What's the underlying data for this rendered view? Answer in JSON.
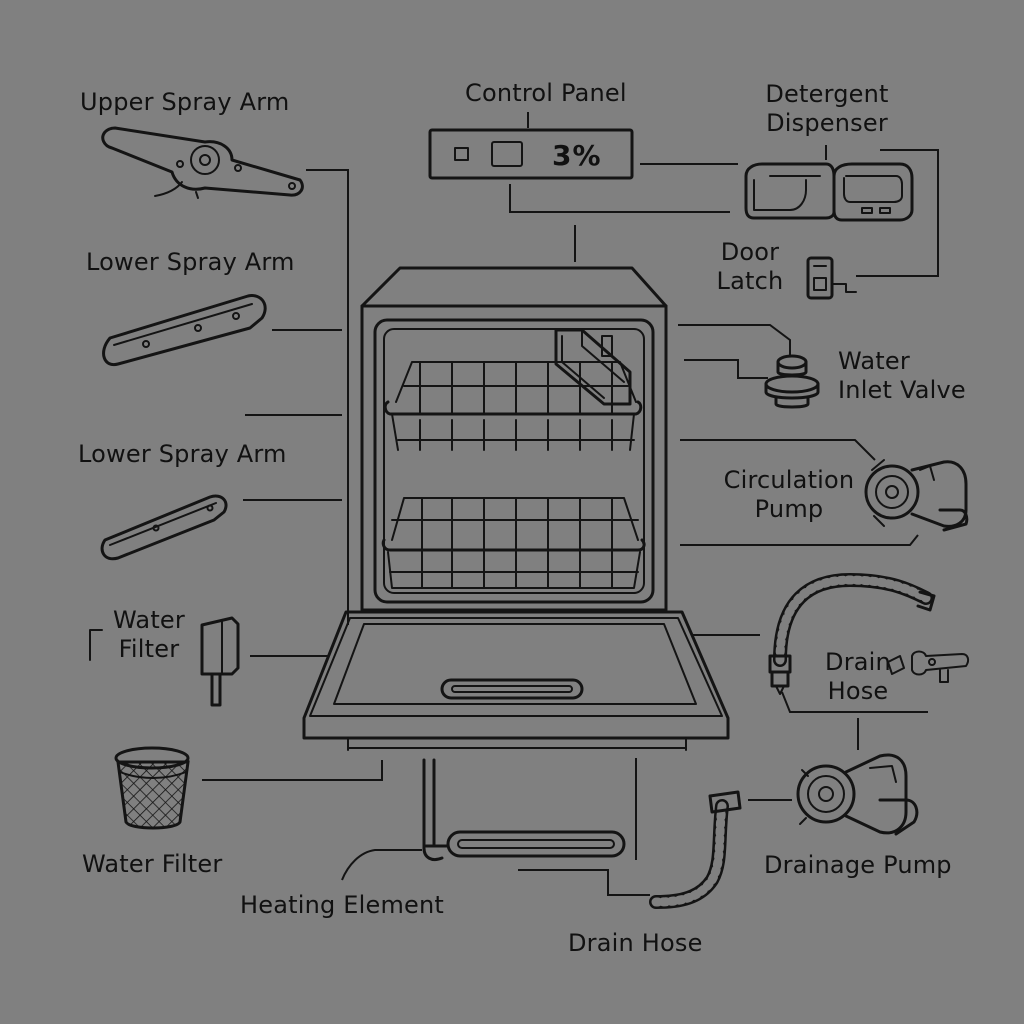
{
  "labels": {
    "upper_spray_arm": "Upper Spray Arm",
    "lower_spray_arm_1": "Lower Spray Arm",
    "lower_spray_arm_2": "Lower Spray Arm",
    "water_filter_1_line1": "Water",
    "water_filter_1_line2": "Filter",
    "water_filter_2": "Water Filter",
    "heating_element": "Heating Element",
    "drain_hose_bottom": "Drain Hose",
    "control_panel": "Control Panel",
    "control_panel_display": "3%",
    "detergent_dispenser_line1": "Detergent",
    "detergent_dispenser_line2": "Dispenser",
    "door_latch_line1": "Door",
    "door_latch_line2": "Latch",
    "water_inlet_valve_line1": "Water",
    "water_inlet_valve_line2": "Inlet Valve",
    "circulation_pump_line1": "Circulation",
    "circulation_pump_line2": "Pump",
    "drain_hose_right_line1": "Drain",
    "drain_hose_right_line2": "Hose",
    "drainage_pump": "Drainage Pump"
  },
  "colors": {
    "background": "#808080",
    "ink": "#141414"
  }
}
